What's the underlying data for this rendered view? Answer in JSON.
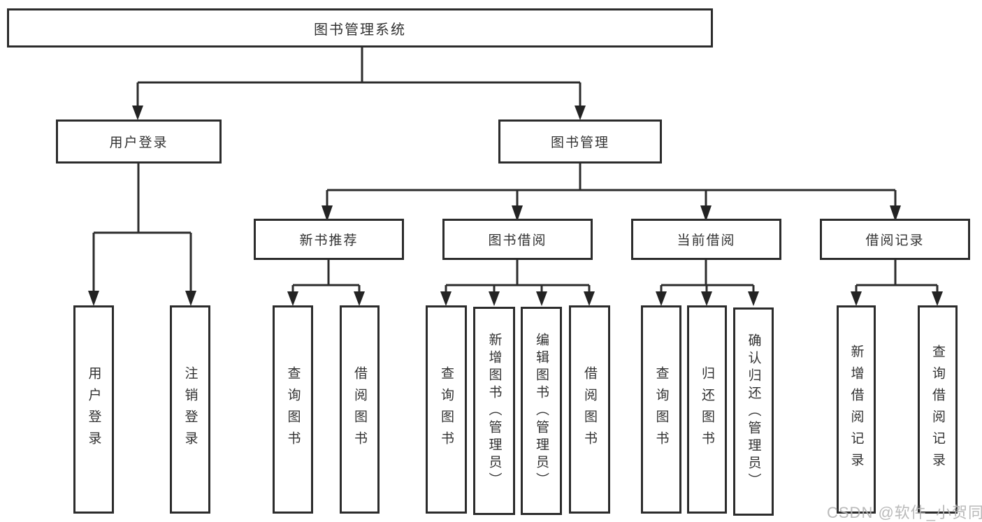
{
  "nodes": {
    "root": "图书管理系统",
    "user_login": "用户登录",
    "book_management": "图书管理",
    "new_book_recommend": "新书推荐",
    "book_borrow": "图书借阅",
    "current_borrow": "当前借阅",
    "borrow_records": "借阅记录",
    "login_leaves": [
      "用户登录",
      "注销登录"
    ],
    "recommend_leaves": [
      "查询图书",
      "借阅图书"
    ],
    "borrow_leaves": [
      "查询图书",
      "新增图书（管理员）",
      "编辑图书（管理员）",
      "借阅图书"
    ],
    "current_leaves": [
      "查询图书",
      "归还图书",
      "确认归还（管理员）"
    ],
    "records_leaves": [
      "新增借阅记录",
      "查询借阅记录"
    ]
  },
  "watermark": "CSDN @软件_小贺同学",
  "colors": {
    "line": "#2c2c2c",
    "box_border": "#2c2c2c",
    "text": "#323232",
    "watermark": "#b2b2b2",
    "background": "#ffffff"
  }
}
